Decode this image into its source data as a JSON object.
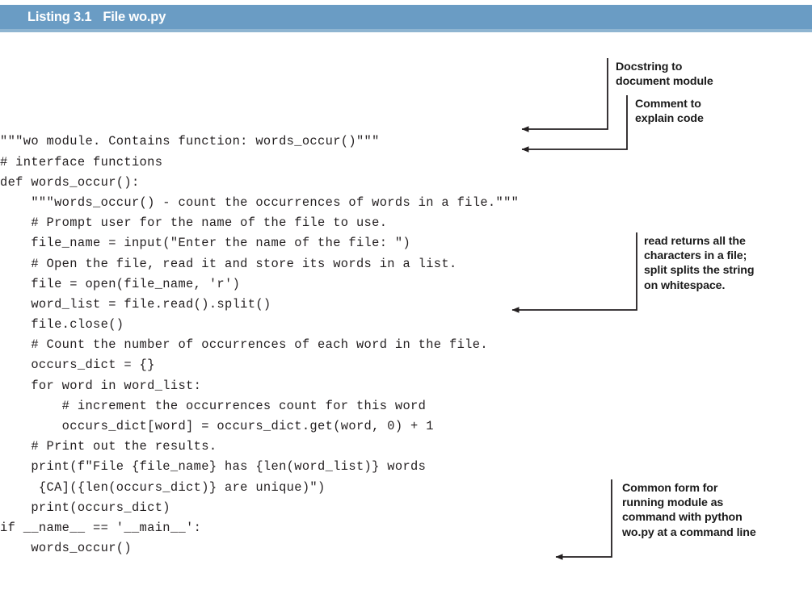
{
  "header": {
    "label": "Listing 3.1",
    "title": "File wo.py",
    "bar_color": "#6a9cc4",
    "bar_accent_color": "#8fb5d1",
    "text_color": "#ffffff"
  },
  "code": {
    "language": "python",
    "lines": [
      "\"\"\"wo module. Contains function: words_occur()\"\"\"",
      "# interface functions",
      "def words_occur():",
      "    \"\"\"words_occur() - count the occurrences of words in a file.\"\"\"",
      "    # Prompt user for the name of the file to use.",
      "    file_name = input(\"Enter the name of the file: \")",
      "    # Open the file, read it and store its words in a list.",
      "    file = open(file_name, 'r')",
      "    word_list = file.read().split()",
      "    file.close()",
      "    # Count the number of occurrences of each word in the file.",
      "    occurs_dict = {}",
      "    for word in word_list:",
      "        # increment the occurrences count for this word",
      "        occurs_dict[word] = occurs_dict.get(word, 0) + 1",
      "    # Print out the results.",
      "    print(f\"File {file_name} has {len(word_list)} words",
      "     {CA]({len(occurs_dict)} are unique)\")",
      "    print(occurs_dict)",
      "if __name__ == '__main__':",
      "    words_occur()"
    ]
  },
  "callouts": [
    {
      "id": "docstring",
      "text": "Docstring to\ndocument module"
    },
    {
      "id": "comment",
      "text": "Comment to\nexplain code"
    },
    {
      "id": "read-split",
      "text": "read returns all the\ncharacters in a file;\nsplit splits the string\non whitespace."
    },
    {
      "id": "main-guard",
      "text": "Common form for\nrunning module as\ncommand with python\nwo.py at a command line"
    }
  ]
}
